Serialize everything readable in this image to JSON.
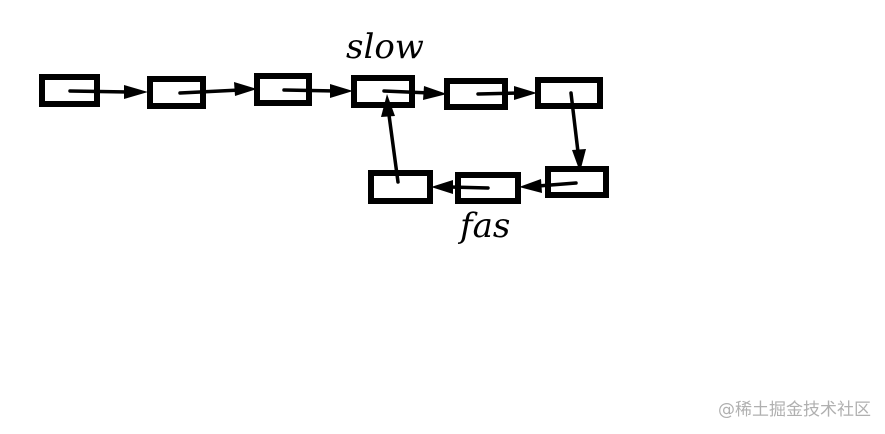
{
  "diagram": {
    "type": "linked-list-with-cycle",
    "labels": {
      "slow": "slow",
      "fast": "fas"
    },
    "nodes": [
      {
        "id": "n1"
      },
      {
        "id": "n2"
      },
      {
        "id": "n3"
      },
      {
        "id": "n4"
      },
      {
        "id": "n5"
      },
      {
        "id": "n6"
      },
      {
        "id": "n7"
      },
      {
        "id": "n8"
      },
      {
        "id": "n9"
      }
    ],
    "links": [
      {
        "from": "n1",
        "to": "n2"
      },
      {
        "from": "n2",
        "to": "n3"
      },
      {
        "from": "n3",
        "to": "n4"
      },
      {
        "from": "n4",
        "to": "n5"
      },
      {
        "from": "n5",
        "to": "n6"
      },
      {
        "from": "n6",
        "to": "n7"
      },
      {
        "from": "n7",
        "to": "n8"
      },
      {
        "from": "n8",
        "to": "n9"
      },
      {
        "from": "n9",
        "to": "n4"
      }
    ]
  },
  "watermark": "@稀土掘金技术社区"
}
